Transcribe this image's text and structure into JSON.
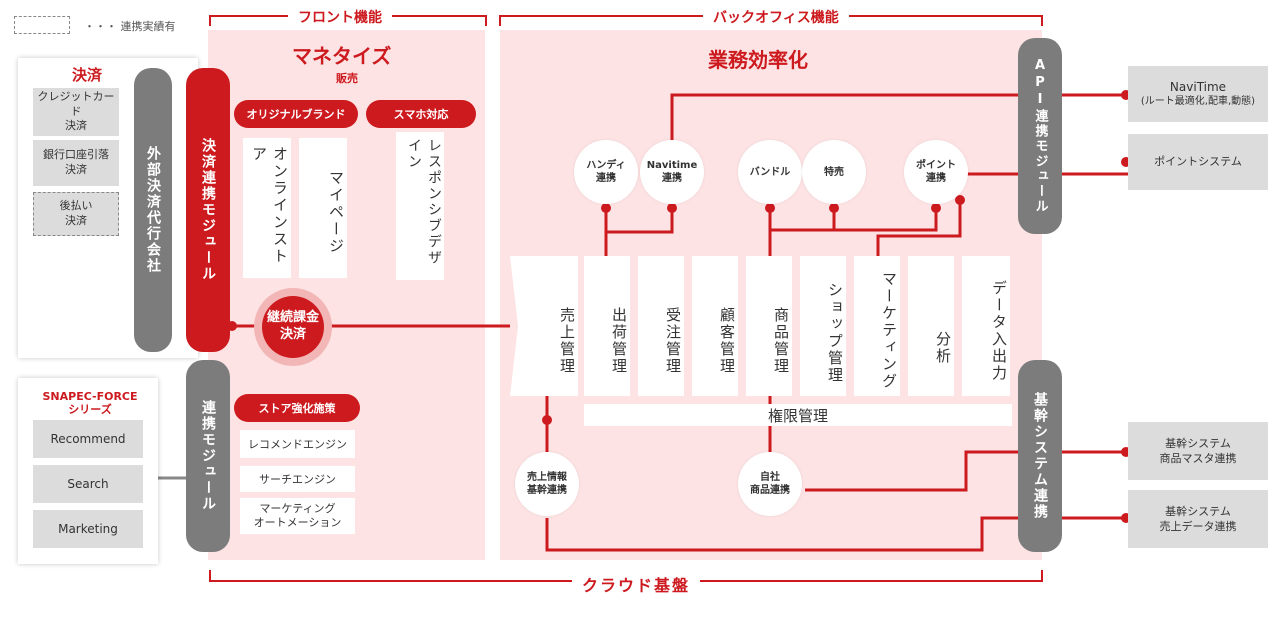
{
  "legend": {
    "label": "・・・ 連携実績有"
  },
  "sections": {
    "front": "フロント機能",
    "back": "バックオフィス機能",
    "cloud": "クラウド基盤"
  },
  "payment_panel": {
    "title": "決済",
    "items": [
      "クレジットカード\n決済",
      "銀行口座引落\n決済",
      "後払い\n決済"
    ],
    "agent": "外部決済代行会社"
  },
  "snapec": {
    "title": "SNAPEC-FORCE\nシリーズ",
    "items": [
      "Recommend",
      "Search",
      "Marketing"
    ]
  },
  "modules": {
    "payment": "決済連携モジュール",
    "link": "連携モジュール",
    "api": "API連携モジュール",
    "core": "基幹システム連携"
  },
  "front": {
    "title": "マネタイズ",
    "subtitle": "販売",
    "tags": {
      "original": "オリジナルブランド",
      "smartphone": "スマホ対応",
      "store": "ストア強化施策"
    },
    "cards": {
      "online_store": "オンラインストア",
      "mypage": "マイページ",
      "responsive": "レスポンシブデザイン"
    },
    "recurring": "継続課金\n決済",
    "store_items": [
      "レコメンドエンジン",
      "サーチエンジン",
      "マーケティング\nオートメーション"
    ]
  },
  "back": {
    "title": "業務効率化",
    "circles": {
      "handy": "ハンディ\n連携",
      "navitime": "Navitime\n連携",
      "bundle": "バンドル",
      "special": "特売",
      "point": "ポイント\n連携",
      "sales_info": "売上情報\n基幹連携",
      "own_product": "自社\n商品連携"
    },
    "functions": [
      "売上管理",
      "出荷管理",
      "受注管理",
      "顧客管理",
      "商品管理",
      "ショップ管理",
      "マーケティング",
      "分析",
      "データ入出力"
    ],
    "permission": "権限管理"
  },
  "external": [
    {
      "title": "NaviTime",
      "sub": "(ルート最適化,配車,動態)"
    },
    {
      "title": "ポイントシステム",
      "sub": ""
    },
    {
      "title": "基幹システム",
      "sub": "商品マスタ連携"
    },
    {
      "title": "基幹システム",
      "sub": "売上データ連携"
    }
  ],
  "colors": {
    "accent": "#cc1a1f",
    "zone": "#fde3e3",
    "gray_pill": "#7c7c7c",
    "gray_box": "#dcdcdc"
  }
}
